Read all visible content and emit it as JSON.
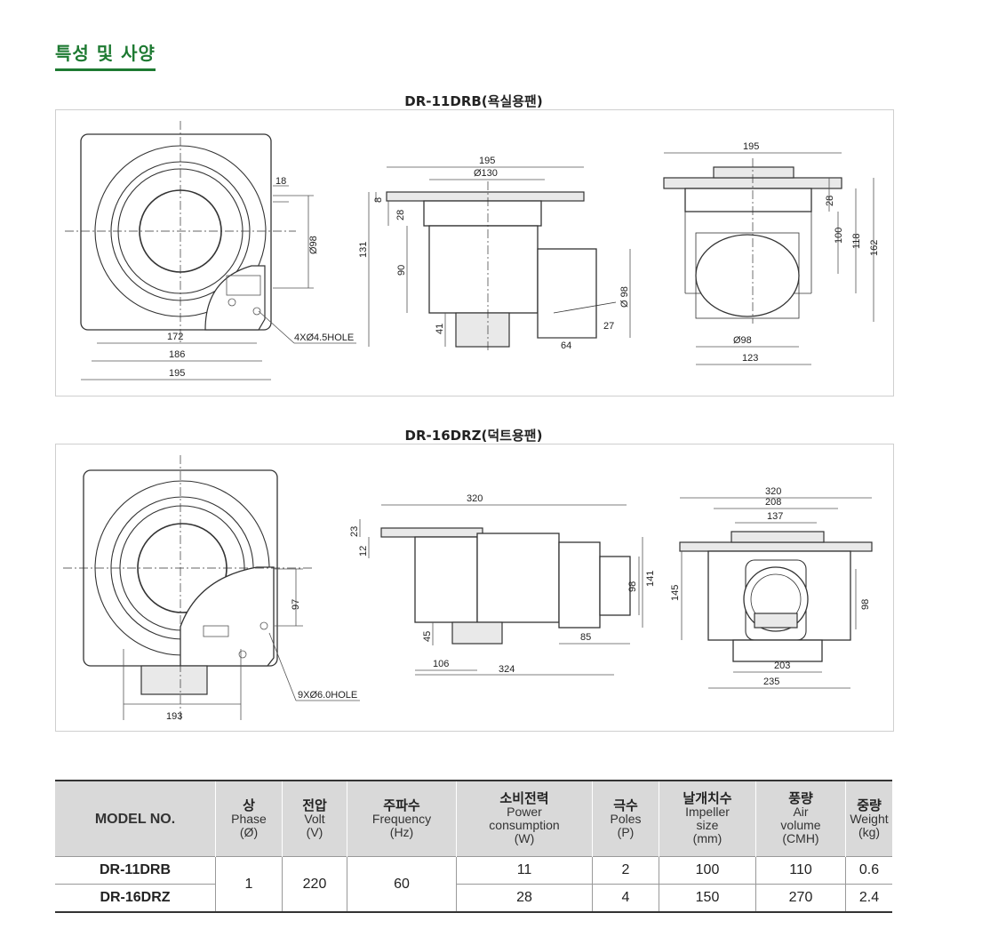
{
  "page": {
    "section_title": "특성 및 사양"
  },
  "models": [
    {
      "title": "DR-11DRB(욕실용팬)",
      "front": {
        "d1": "18",
        "d2": "Ø98",
        "d3": "172",
        "d4": "186",
        "d5": "195",
        "hole": "4XØ4.5HOLE"
      },
      "side": {
        "w": "195",
        "pipe": "Ø130",
        "h1": "8",
        "h2": "28",
        "h3": "131",
        "h4": "90",
        "h5": "41",
        "outlet": "Ø 98",
        "o1": "27",
        "o2": "64"
      },
      "rear": {
        "w": "195",
        "h1": "28",
        "h2": "100",
        "h3": "118",
        "h4": "162",
        "pipe": "Ø98",
        "b": "123"
      }
    },
    {
      "title": "DR-16DRZ(덕트용팬)",
      "front": {
        "d1": "97",
        "d2": "193",
        "hole": "9XØ6.0HOLE"
      },
      "side": {
        "w": "320",
        "h1": "23",
        "h2": "12",
        "o1": "98",
        "o2": "141",
        "o3": "85",
        "h3": "45",
        "b1": "106",
        "b2": "324"
      },
      "rear": {
        "w1": "320",
        "w2": "208",
        "w3": "137",
        "h1": "145",
        "h2": "98",
        "b1": "203",
        "b2": "235"
      }
    }
  ],
  "table": {
    "headers": [
      {
        "ko": "",
        "en": "MODEL NO."
      },
      {
        "ko": "상",
        "en": "Phase",
        "unit": "(Ø)"
      },
      {
        "ko": "전압",
        "en": "Volt",
        "unit": "(V)"
      },
      {
        "ko": "주파수",
        "en": "Frequency",
        "unit": "(Hz)"
      },
      {
        "ko": "소비전력",
        "en": "Power",
        "en2": "consumption",
        "unit": "(W)"
      },
      {
        "ko": "극수",
        "en": "Poles",
        "unit": "(P)"
      },
      {
        "ko": "날개치수",
        "en": "Impeller",
        "en2": "size",
        "unit": "(mm)"
      },
      {
        "ko": "풍량",
        "en": "Air",
        "en2": "volume",
        "unit": "(CMH)"
      },
      {
        "ko": "중량",
        "en": "Weight",
        "unit": "(kg)"
      }
    ],
    "shared": {
      "phase": "1",
      "volt": "220",
      "freq": "60"
    },
    "rows": [
      {
        "model": "DR-11DRB",
        "power": "11",
        "poles": "2",
        "impeller": "100",
        "air": "110",
        "weight": "0.6"
      },
      {
        "model": "DR-16DRZ",
        "power": "28",
        "poles": "4",
        "impeller": "150",
        "air": "270",
        "weight": "2.4"
      }
    ]
  }
}
